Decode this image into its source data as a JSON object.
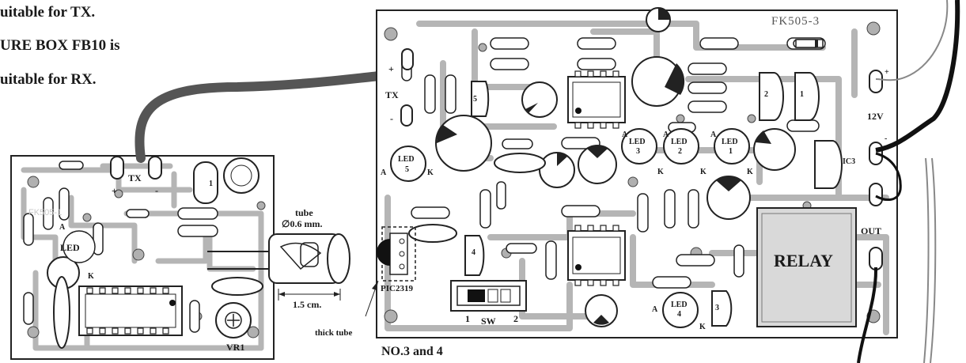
{
  "header_lines": [
    "uitable for TX.",
    "URE BOX FB10 is",
    "uitable for RX."
  ],
  "tx_board": {
    "tx_label": "TX",
    "plus": "+",
    "minus": "-",
    "led_label": "LED",
    "led_anode": "A",
    "led_cathode": "K",
    "cap_number": "1",
    "vr_label": "VR1",
    "silk_text": "FK505-1"
  },
  "ir_tube": {
    "tube_label": "tube",
    "diameter_label": "∅0.6 mm.",
    "length_label": "1.5 cm.",
    "thick_tube_label": "thick tube"
  },
  "rx_board": {
    "silk_text": "FK505-3",
    "tx_label": "TX",
    "plus": "+",
    "minus": "-",
    "sensor_label": "PIC2319",
    "switch_label": "SW",
    "switch_pos_1": "1",
    "switch_pos_2": "2",
    "caption": "NO.3 and 4",
    "power_label": "12V",
    "out_label": "OUT",
    "relay_label": "RELAY",
    "ic3_label": "IC3",
    "led_prefix": "LED",
    "leds": [
      {
        "n": "5",
        "a": "A",
        "k": "K"
      },
      {
        "n": "3",
        "a": "A",
        "k": "K"
      },
      {
        "n": "2",
        "a": "A",
        "k": "K"
      },
      {
        "n": "1",
        "a": "A",
        "k": "K"
      },
      {
        "n": "4",
        "a": "A",
        "k": "K"
      }
    ],
    "transistor_numbers": [
      "5",
      "4",
      "3",
      "2",
      "1"
    ]
  }
}
